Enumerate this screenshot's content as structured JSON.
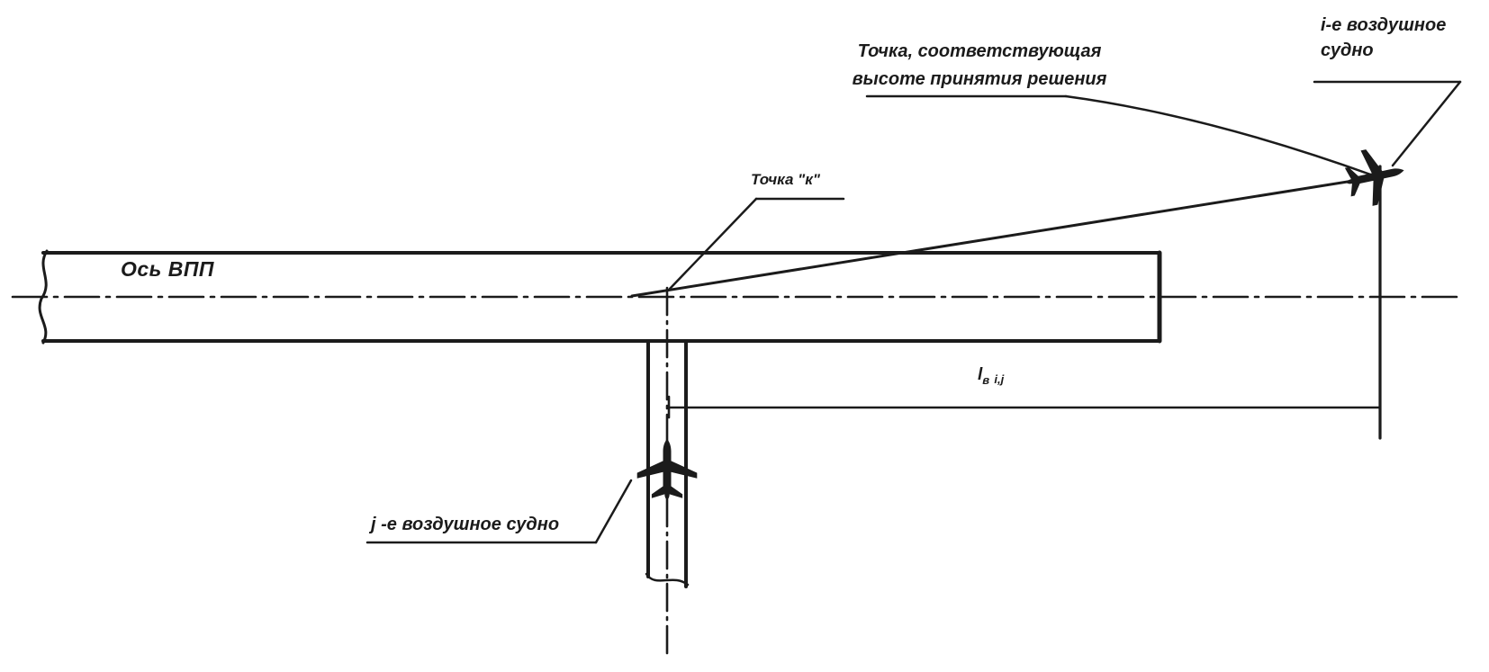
{
  "diagram": {
    "type": "technical-drawing",
    "subject": "runway / aircraft separation scheme",
    "colors": {
      "ink": "#1b1b1b",
      "background": "#ffffff"
    },
    "labels": {
      "runway_axis": "Ось ВПП",
      "decision_point_line1": "Точка, соответствующая",
      "decision_point_line2": "высоте принятия решения",
      "aircraft_i": "i-е воздушное судно",
      "aircraft_j": "j -е воздушное судно",
      "point_k": "Точка \"к\"",
      "dim_l": "l",
      "dim_sub": "в",
      "dim_idx": "i,j"
    },
    "icons": {
      "aircraft_i": "airplane-silhouette",
      "aircraft_j": "airplane-top-view-silhouette"
    }
  }
}
